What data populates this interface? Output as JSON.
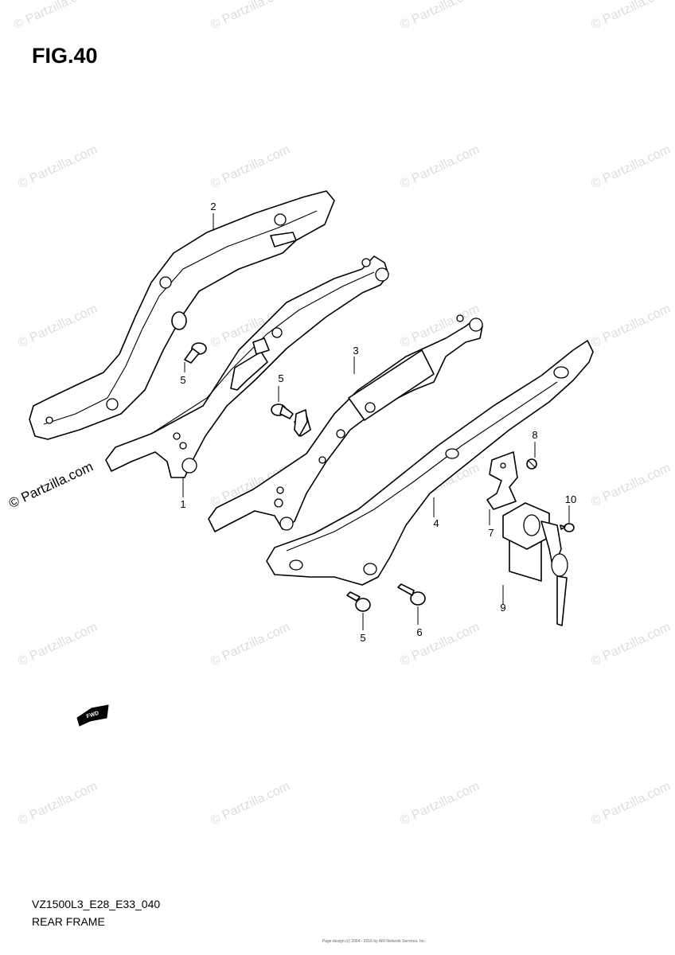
{
  "figure": {
    "title": "FIG.40"
  },
  "footer": {
    "model_code": "VZ1500L3_E28_E33_040",
    "title": "REAR FRAME",
    "page_note": "Page design (c) 2004 - 2016 by ARI Network Services, Inc."
  },
  "watermark": {
    "text": "© Partzilla.com"
  },
  "direction_arrow": {
    "text": "FWD"
  },
  "callouts": [
    "1",
    "2",
    "3",
    "4",
    "5",
    "5",
    "5",
    "6",
    "7",
    "8",
    "9",
    "10"
  ]
}
